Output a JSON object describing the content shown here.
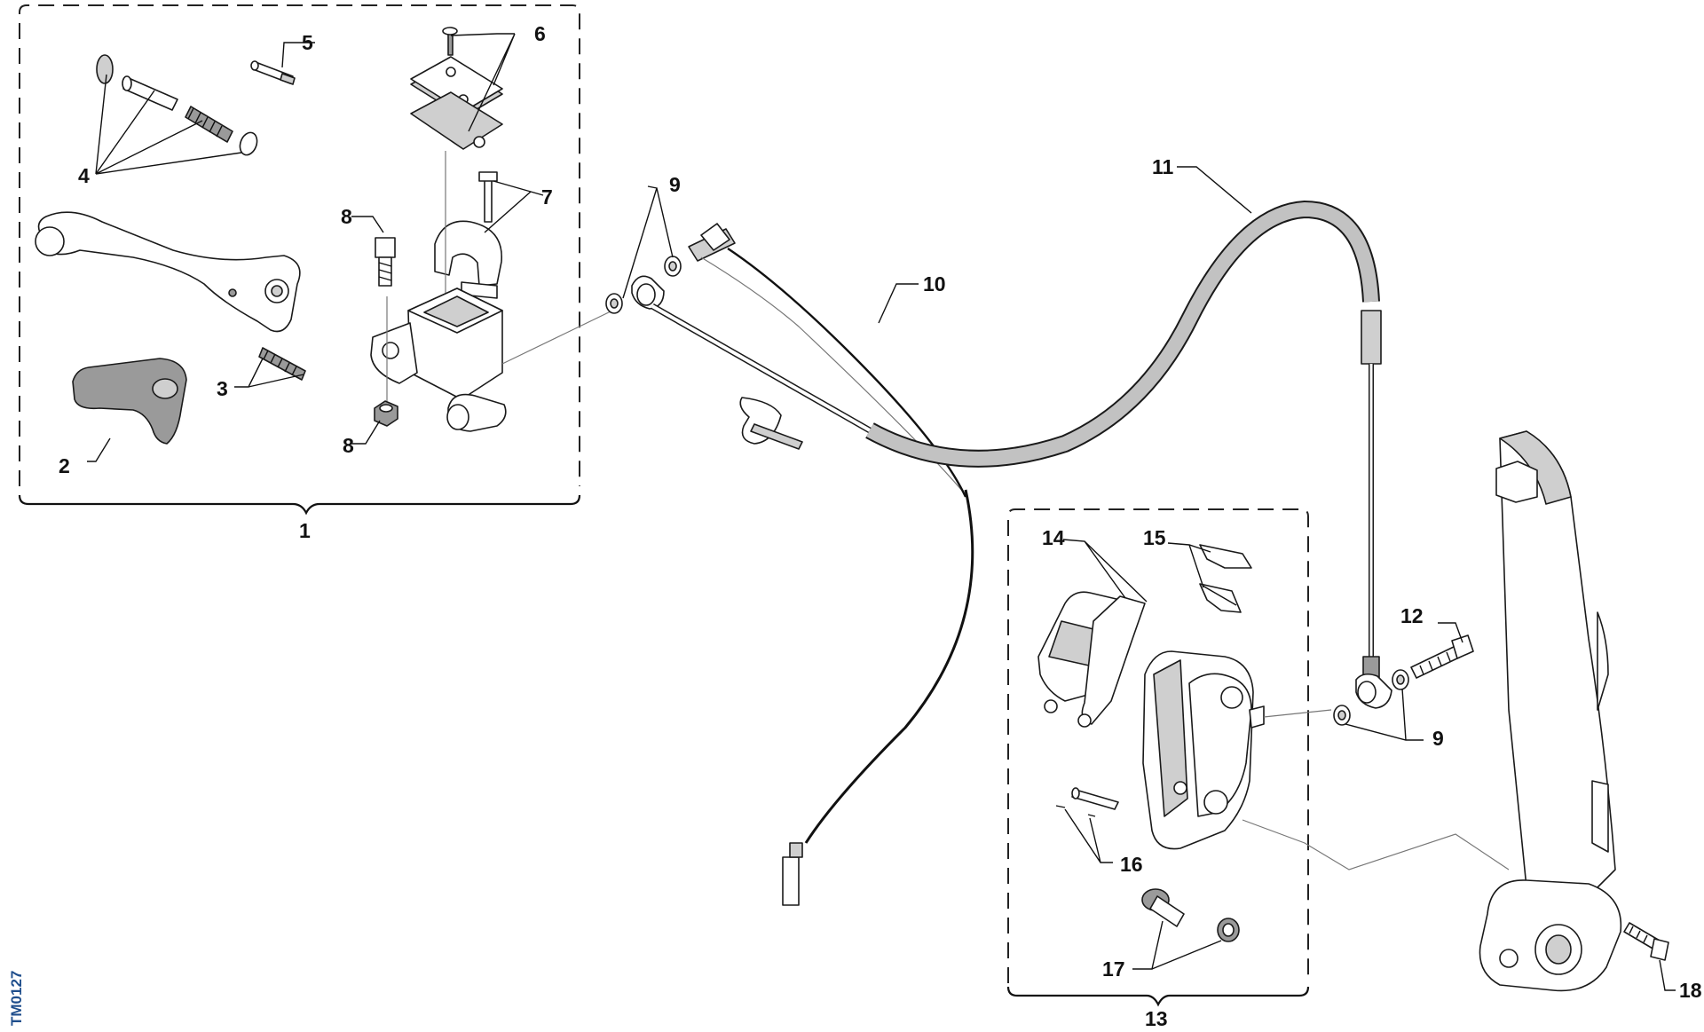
{
  "diagram": {
    "type": "exploded-parts-diagram",
    "reference_code": "TM0127",
    "callouts": {
      "c1": "1",
      "c2": "2",
      "c3": "3",
      "c4": "4",
      "c5": "5",
      "c6": "6",
      "c7": "7",
      "c8a": "8",
      "c8b": "8",
      "c9a": "9",
      "c9b": "9",
      "c10": "10",
      "c11": "11",
      "c12": "12",
      "c13": "13",
      "c14": "14",
      "c15": "15",
      "c16": "16",
      "c17": "17",
      "c18": "18"
    },
    "colors": {
      "line": "#1a1a1a",
      "shade_light": "#cfcfcf",
      "shade_dark": "#9a9a9a",
      "reference_code": "#1f4e8c"
    }
  }
}
